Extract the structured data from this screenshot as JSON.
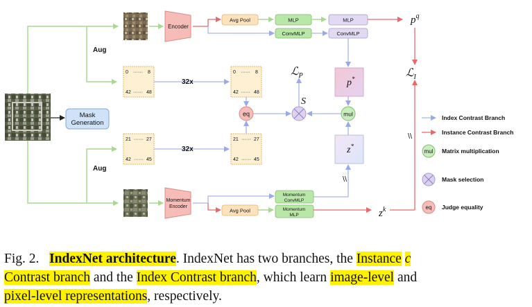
{
  "diagram": {
    "labels": {
      "aug_top": "Aug",
      "aug_bottom": "Aug",
      "mask_generation_line1": "Mask",
      "mask_generation_line2": "Generation",
      "encoder": "Encoder",
      "momentum_encoder_line1": "Momentum",
      "momentum_encoder_line2": "Encoder",
      "avg_pool_top": "Avg Pool",
      "avg_pool_bottom": "Avg Pool",
      "mlp_1": "MLP",
      "mlp_2": "MLP",
      "convmlp_1": "ConvMLP",
      "convmlp_2": "ConvMLP",
      "momentum_convmlp_line1": "Momentum",
      "momentum_convmlp_line2": "ConvMLP",
      "momentum_mlp_line1": "Momentum",
      "momentum_mlp_line2": "MLP",
      "times_top": "32x",
      "times_bottom": "32x",
      "p_star": "p*",
      "z_star": "z*",
      "p_q": "p^q",
      "z_k": "z^k",
      "loss_p": "L_P",
      "loss_i": "L_I",
      "s": "S",
      "eq": "eq",
      "mul": "mul",
      "stop_grad": "\\\\"
    },
    "grids": {
      "top_left": {
        "tl": "0",
        "tr": "8",
        "bl": "42",
        "br": "48"
      },
      "top_right": {
        "tl": "0",
        "tr": "8",
        "bl": "42",
        "br": "48"
      },
      "bottom_left": {
        "tl": "21",
        "tr": "27",
        "bl": "42",
        "br": "45"
      },
      "bottom_right": {
        "tl": "21",
        "tr": "27",
        "bl": "42",
        "br": "45"
      }
    },
    "legend": [
      {
        "key": "index",
        "label": "Index Contrast Branch"
      },
      {
        "key": "instance",
        "label": "Instance Contrast Branch"
      },
      {
        "key": "mul",
        "symbol": "mul",
        "label": "Matrix multiplication"
      },
      {
        "key": "mask",
        "symbol": "",
        "label": "Mask selection"
      },
      {
        "key": "eq",
        "symbol": "eq",
        "label": "Judge equality"
      }
    ],
    "colors": {
      "index_branch": "#a9b4ee",
      "instance_branch": "#e8686b",
      "green_line": "#a9d98f",
      "mlp_fill": "#b9e7a8",
      "avgpool_fill": "#fde3bd",
      "convmlp_top_fill": "#e2daf3",
      "encoder_fill": "#f6bcb8",
      "grid_fill": "#fdf0d3",
      "mask_gen_fill": "#cfe2f7"
    }
  },
  "caption": {
    "prefix": "Fig. 2.",
    "title": "IndexNet architecture",
    "t1": ". IndexNet has two branches, the ",
    "instance": "Instance",
    "c_mark": "c",
    "line2_start": "Contrast branch",
    "t2": " and the ",
    "index": "Index Contrast branch",
    "t3": ", which learn ",
    "image_level": "image-level",
    "t4": " and",
    "pixel_level": "pixel-level representations",
    "t5": ", respectively."
  }
}
